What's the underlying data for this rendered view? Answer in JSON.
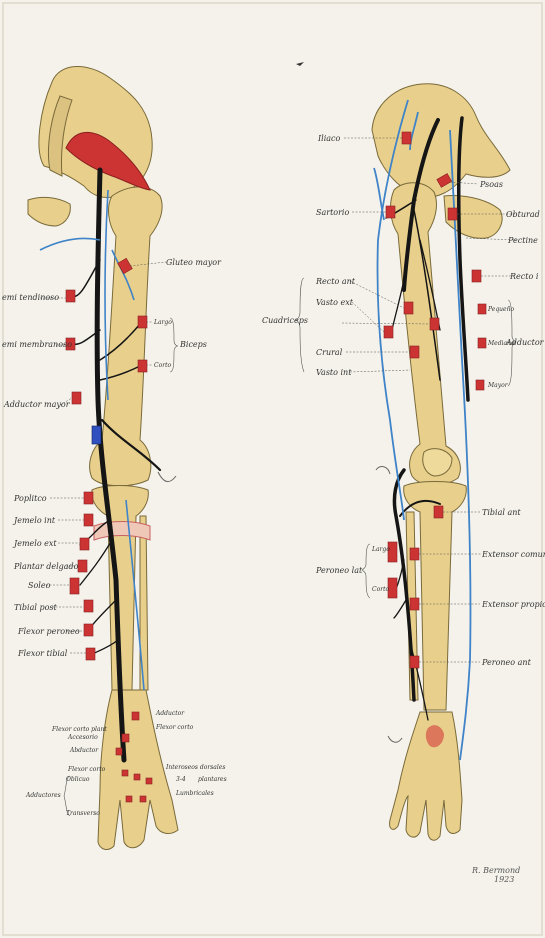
{
  "colors": {
    "bone": "#e8d08c",
    "bone_edge": "#7a6a3a",
    "nerve": "#151515",
    "vessel": "#3f83c8",
    "muscle": "#cc3333",
    "paper": "#f4f2ea",
    "ink": "#333333"
  },
  "left_figure": {
    "labels": {
      "gluteo_mayor": "Gluteo mayor",
      "semi_tendinoso": "emi tendinoso",
      "semi_membranoso": "emi membranoso",
      "biceps": "Biceps",
      "biceps_largo": "Largo",
      "biceps_corto": "Corto",
      "adductor_mayor": "Adductor mayor",
      "popliteo": "Poplitco",
      "gemelo_int": "Jemelo int",
      "gemelo_ext": "Jemelo ext",
      "plantar_delgado": "Plantar delgado",
      "soleo": "Soleo",
      "tibial_post": "Tibial post",
      "flexor_peroneo": "Flexor peroneo",
      "flexor_tibial": "Flexor tibial",
      "adductor": "Adductor",
      "flexor_corto": "Flexor corto",
      "flexor_corto_plant": "Flexor corto plant",
      "accesorio": "Accesorio",
      "abductor": "Abductor",
      "flexor_corto_2": "Flexor corto",
      "adductores": "Adductores",
      "oblicuo": "Oblicuo",
      "transverso": "Transverso",
      "interoseos_dorsales": "Interoseos dorsales",
      "plantares": "plantares",
      "plantares_num": "3-4",
      "lumbricales": "Lumbricales"
    }
  },
  "right_figure": {
    "labels": {
      "iliaco": "Iliaco",
      "psoas": "Psoas",
      "sartorio": "Sartorio",
      "obturador": "Obturad",
      "pectineo": "Pectine",
      "recto_int": "Recto i",
      "cuadriceps": "Cuadriceps",
      "recto_ant": "Recto ant",
      "vasto_ext": "Vasto ext",
      "crural": "Crural",
      "vasto_int": "Vasto int",
      "adductor_group": "Adductor",
      "adductor_pequeno": "Pequeño",
      "adductor_mediano": "Mediano",
      "adductor_mayor": "Mayor",
      "tibial_ant": "Tibial ant",
      "peroneo_lat": "Peroneo lat",
      "peroneo_largo": "Largo",
      "peroneo_corto": "Corto",
      "extensor_comun": "Extensor comun",
      "extensor_propio": "Extensor propio",
      "peroneo_ant": "Peroneo ant"
    }
  },
  "signature": {
    "name": "R. Bermond",
    "year": "1923"
  }
}
